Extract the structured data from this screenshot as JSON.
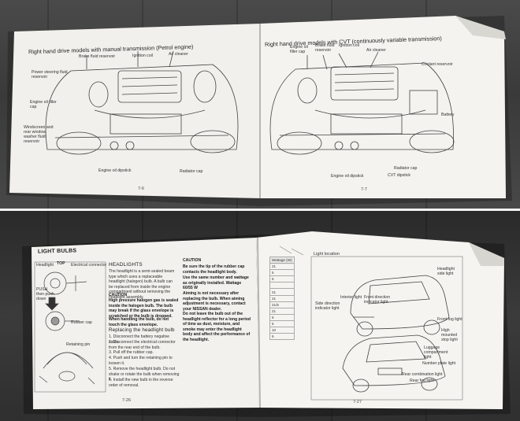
{
  "top": {
    "left_page": {
      "title": "Right hand drive models with manual transmission (Petrol engine)",
      "labels": {
        "brake_fluid": "Brake fluid reservoir",
        "ignition_coil": "Ignition coil",
        "air_cleaner": "Air cleaner",
        "power_steering": "Power steering fluid reservoir",
        "engine_oil_filler": "Engine oil filler cap",
        "windscreen": "Windscreen and rear window washer fluid reservoir",
        "engine_oil_dipstick": "Engine oil dipstick",
        "radiator_cap": "Radiator cap"
      },
      "page_number": "7-6"
    },
    "right_page": {
      "title": "Right hand drive models with CVT (continuously variable transmission)",
      "labels": {
        "engine_oil_filler": "Engine oil filler cap",
        "brake_fluid": "Brake fluid reservoir",
        "ignition_coil": "Ignition coil",
        "air_cleaner": "Air cleaner",
        "coolant": "Coolant reservoir",
        "battery": "Battery",
        "engine_oil_dipstick": "Engine oil dipstick",
        "radiator_cap": "Radiator cap",
        "cvt_dipstick": "CVT dipstick"
      },
      "page_number": "7-7"
    }
  },
  "bottom": {
    "left_page": {
      "section": "LIGHT BULBS",
      "figure": {
        "headlight": "Headlight",
        "top": "TOP",
        "electrical_connector": "Electrical connector",
        "rubber_cap": "Rubber cap",
        "retaining_pin": "Retaining pin",
        "push_then_push_down": "PUSH then push down"
      },
      "headlights_heading": "HEADLIGHTS",
      "headlights_body": "The headlight is a semi-sealed beam type which uses a replaceable headlight (halogen) bulb. A bulb can be replaced from inside the engine compartment without removing the headlight assembly.",
      "caution1": "CAUTION",
      "caution1_items": [
        "High pressure halogen gas is sealed inside the halogen bulb. The bulb may break if the glass envelope is scratched or the bulb is dropped.",
        "When handling the bulb, do not touch the glass envelope."
      ],
      "replacing_heading": "Replacing the headlight bulb",
      "steps": [
        "1. Disconnect the battery negative cable.",
        "2. Disconnect the electrical connector from the rear end of the bulb.",
        "3. Pull off the rubber cap.",
        "4. Push and turn the retaining pin to loosen it.",
        "5. Remove the headlight bulb. Do not shake or rotate the bulb when removing it.",
        "6. Install the new bulb in the reverse order of removal."
      ],
      "caution2": "CAUTION",
      "caution2_items": [
        "Be sure the tip of the rubber cap contacts the headlight body.",
        "Use the same number and wattage as originally installed. Wattage 60/55 W",
        "Aiming is not necessary after replacing the bulb. When aiming adjustment is necessary, contact your NISSAN dealer.",
        "Do not leave the bulb out of the headlight reflector for a long period of time as dust, moisture, and smoke may enter the headlight body and affect the performance of the headlight."
      ],
      "page_number": "7-26"
    },
    "right_page": {
      "table_header": "Wattage (W)",
      "wattages": [
        "21",
        "5",
        "5",
        "",
        "21",
        "21",
        "21/5",
        "21",
        "5",
        "5",
        "10",
        "5"
      ],
      "figure_title": "Light location",
      "labels": {
        "headlight_side": "Headlight side light",
        "interior": "Interior light",
        "front_direction": "Front direction indicator light",
        "side_direction": "Side direction indicator light",
        "front_fog": "Front fog light",
        "high_mounted": "High mounted stop light",
        "luggage": "Luggage compartment light",
        "number_plate": "Number plate light",
        "rear_combination": "Rear combination light",
        "rear_fog": "Rear fog light"
      },
      "page_number": "7-27"
    }
  }
}
